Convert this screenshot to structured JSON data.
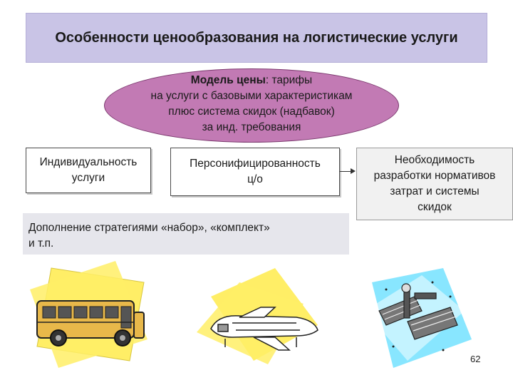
{
  "slide": {
    "title": "Особенности ценообразования на логистические услуги",
    "model": {
      "label": "Модель цены",
      "line1": ": тарифы",
      "line2": "на услуги с базовыми характеристикам",
      "line3": "плюс система скидок (надбавок)",
      "line4": "за инд. требования"
    },
    "boxes": [
      {
        "line1": "Индивидуальность",
        "line2": "услуги"
      },
      {
        "line1": "Персонифицированность",
        "line2": "ц/о"
      },
      {
        "line1": "Необходимость",
        "line2": "разработки нормативов",
        "line3": "затрат и системы",
        "line4": "скидок"
      }
    ],
    "note": {
      "line1": "Дополнение стратегиями «набор», «комплект»",
      "line2": "и т.п."
    },
    "page_number": "62"
  },
  "colors": {
    "title_bg": "#c9c4e6",
    "ellipse_bg": "#c27ab4",
    "note_bg": "#e6e6ec",
    "clip_yellow": "#ffee66",
    "clip_cyan": "#88e6ff",
    "bus_body": "#e8b84a"
  },
  "icons": [
    "bus-clipart",
    "airplane-clipart",
    "space-station-clipart"
  ]
}
